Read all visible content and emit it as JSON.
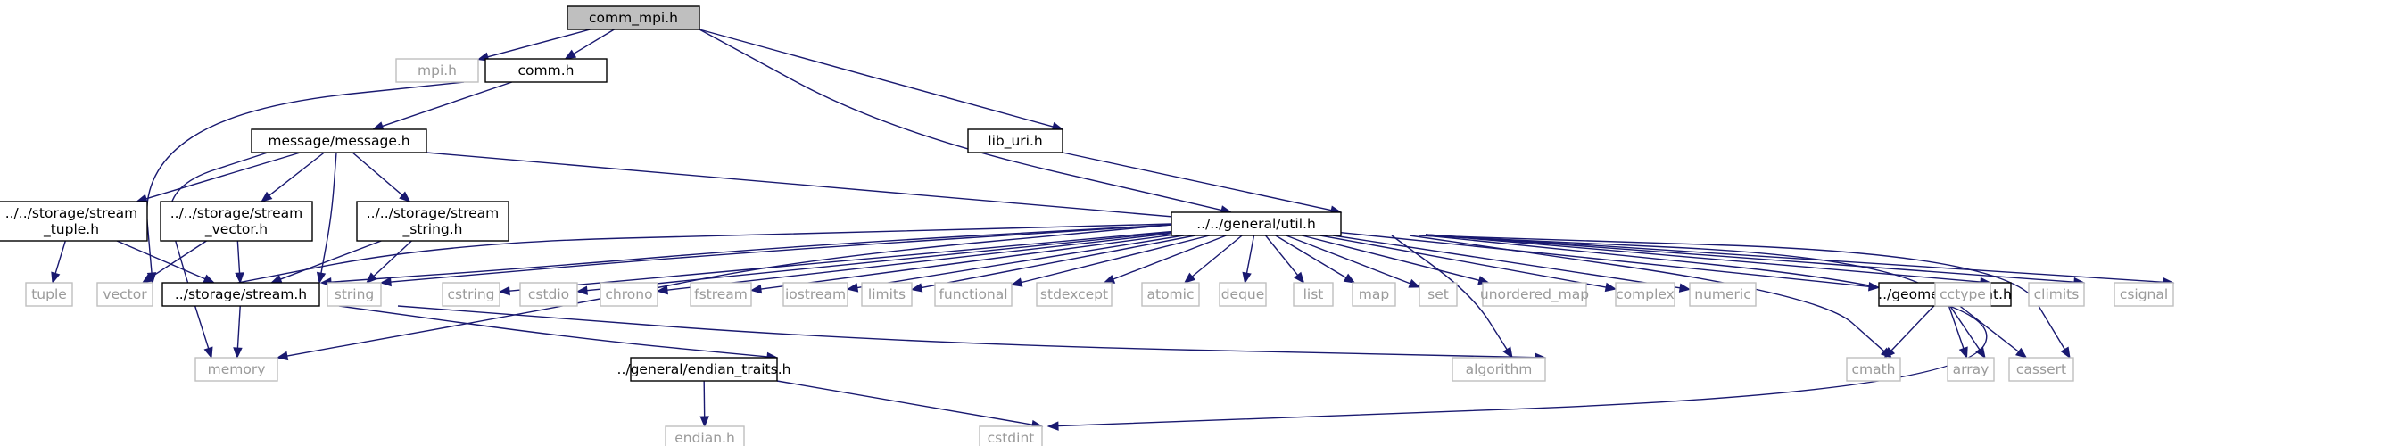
{
  "diagram": {
    "nodes": [
      {
        "id": "comm_mpi",
        "label": "comm_mpi.h",
        "kind": "focus"
      },
      {
        "id": "mpi",
        "label": "mpi.h",
        "kind": "system"
      },
      {
        "id": "comm",
        "label": "comm.h",
        "kind": "file"
      },
      {
        "id": "lib_uri",
        "label": "lib_uri.h",
        "kind": "file"
      },
      {
        "id": "util",
        "label": "../../general/util.h",
        "kind": "file"
      },
      {
        "id": "message",
        "label": "message/message.h",
        "kind": "file"
      },
      {
        "id": "vector",
        "label": "vector",
        "kind": "system"
      },
      {
        "id": "stream_tuple",
        "label": [
          "../../storage/stream",
          "_tuple.h"
        ],
        "kind": "file"
      },
      {
        "id": "stream_vector",
        "label": [
          "../../storage/stream",
          "_vector.h"
        ],
        "kind": "file"
      },
      {
        "id": "stream_string",
        "label": [
          "../../storage/stream",
          "_string.h"
        ],
        "kind": "file"
      },
      {
        "id": "stream",
        "label": "../storage/stream.h",
        "kind": "file"
      },
      {
        "id": "memory",
        "label": "memory",
        "kind": "system"
      },
      {
        "id": "tuple",
        "label": "tuple",
        "kind": "system"
      },
      {
        "id": "string",
        "label": "string",
        "kind": "system"
      },
      {
        "id": "algorithm",
        "label": "algorithm",
        "kind": "system"
      },
      {
        "id": "endian_traits",
        "label": "../general/endian_traits.h",
        "kind": "file"
      },
      {
        "id": "endian",
        "label": "endian.h",
        "kind": "system"
      },
      {
        "id": "cstdint",
        "label": "cstdint",
        "kind": "system"
      },
      {
        "id": "cstring",
        "label": "cstring",
        "kind": "system"
      },
      {
        "id": "cstdio",
        "label": "cstdio",
        "kind": "system"
      },
      {
        "id": "chrono",
        "label": "chrono",
        "kind": "system"
      },
      {
        "id": "fstream",
        "label": "fstream",
        "kind": "system"
      },
      {
        "id": "iostream",
        "label": "iostream",
        "kind": "system"
      },
      {
        "id": "limits",
        "label": "limits",
        "kind": "system"
      },
      {
        "id": "functional",
        "label": "functional",
        "kind": "system"
      },
      {
        "id": "stdexcept",
        "label": "stdexcept",
        "kind": "system"
      },
      {
        "id": "atomic",
        "label": "atomic",
        "kind": "system"
      },
      {
        "id": "deque",
        "label": "deque",
        "kind": "system"
      },
      {
        "id": "list",
        "label": "list",
        "kind": "system"
      },
      {
        "id": "map",
        "label": "map",
        "kind": "system"
      },
      {
        "id": "set",
        "label": "set",
        "kind": "system"
      },
      {
        "id": "unordered_map",
        "label": "unordered_map",
        "kind": "system"
      },
      {
        "id": "complex",
        "label": "complex",
        "kind": "system"
      },
      {
        "id": "numeric",
        "label": "numeric",
        "kind": "system"
      },
      {
        "id": "point",
        "label": "../geometry/point.h",
        "kind": "file"
      },
      {
        "id": "cmath",
        "label": "cmath",
        "kind": "system"
      },
      {
        "id": "array",
        "label": "array",
        "kind": "system"
      },
      {
        "id": "cassert",
        "label": "cassert",
        "kind": "system"
      },
      {
        "id": "cctype",
        "label": "cctype",
        "kind": "system"
      },
      {
        "id": "climits",
        "label": "climits",
        "kind": "system"
      },
      {
        "id": "csignal",
        "label": "csignal",
        "kind": "system"
      }
    ],
    "edges": [
      {
        "from": "comm_mpi",
        "to": "mpi"
      },
      {
        "from": "comm_mpi",
        "to": "comm"
      },
      {
        "from": "comm_mpi",
        "to": "lib_uri"
      },
      {
        "from": "comm_mpi",
        "to": "util"
      },
      {
        "from": "comm",
        "to": "message"
      },
      {
        "from": "comm",
        "to": "vector"
      },
      {
        "from": "lib_uri",
        "to": "util"
      },
      {
        "from": "message",
        "to": "stream_tuple"
      },
      {
        "from": "message",
        "to": "stream_vector"
      },
      {
        "from": "message",
        "to": "stream_string"
      },
      {
        "from": "message",
        "to": "stream"
      },
      {
        "from": "message",
        "to": "util"
      },
      {
        "from": "message",
        "to": "memory"
      },
      {
        "from": "stream_tuple",
        "to": "tuple"
      },
      {
        "from": "stream_tuple",
        "to": "stream"
      },
      {
        "from": "stream_vector",
        "to": "vector"
      },
      {
        "from": "stream_vector",
        "to": "stream"
      },
      {
        "from": "stream_string",
        "to": "stream"
      },
      {
        "from": "stream_string",
        "to": "string"
      },
      {
        "from": "stream",
        "to": "memory"
      },
      {
        "from": "stream",
        "to": "endian_traits"
      },
      {
        "from": "stream",
        "to": "algorithm"
      },
      {
        "from": "endian_traits",
        "to": "endian"
      },
      {
        "from": "endian_traits",
        "to": "cstdint"
      },
      {
        "from": "util",
        "to": "vector"
      },
      {
        "from": "util",
        "to": "stream"
      },
      {
        "from": "util",
        "to": "string"
      },
      {
        "from": "util",
        "to": "memory"
      },
      {
        "from": "util",
        "to": "cstring"
      },
      {
        "from": "util",
        "to": "cstdio"
      },
      {
        "from": "util",
        "to": "chrono"
      },
      {
        "from": "util",
        "to": "fstream"
      },
      {
        "from": "util",
        "to": "iostream"
      },
      {
        "from": "util",
        "to": "limits"
      },
      {
        "from": "util",
        "to": "functional"
      },
      {
        "from": "util",
        "to": "stdexcept"
      },
      {
        "from": "util",
        "to": "atomic"
      },
      {
        "from": "util",
        "to": "deque"
      },
      {
        "from": "util",
        "to": "list"
      },
      {
        "from": "util",
        "to": "map"
      },
      {
        "from": "util",
        "to": "set"
      },
      {
        "from": "util",
        "to": "unordered_map"
      },
      {
        "from": "util",
        "to": "complex"
      },
      {
        "from": "util",
        "to": "numeric"
      },
      {
        "from": "util",
        "to": "point"
      },
      {
        "from": "util",
        "to": "algorithm"
      },
      {
        "from": "util",
        "to": "cmath"
      },
      {
        "from": "util",
        "to": "array"
      },
      {
        "from": "util",
        "to": "cassert"
      },
      {
        "from": "util",
        "to": "cstdint"
      },
      {
        "from": "util",
        "to": "cctype"
      },
      {
        "from": "util",
        "to": "climits"
      },
      {
        "from": "util",
        "to": "csignal"
      },
      {
        "from": "point",
        "to": "cmath"
      },
      {
        "from": "point",
        "to": "array"
      },
      {
        "from": "point",
        "to": "cassert"
      }
    ]
  }
}
